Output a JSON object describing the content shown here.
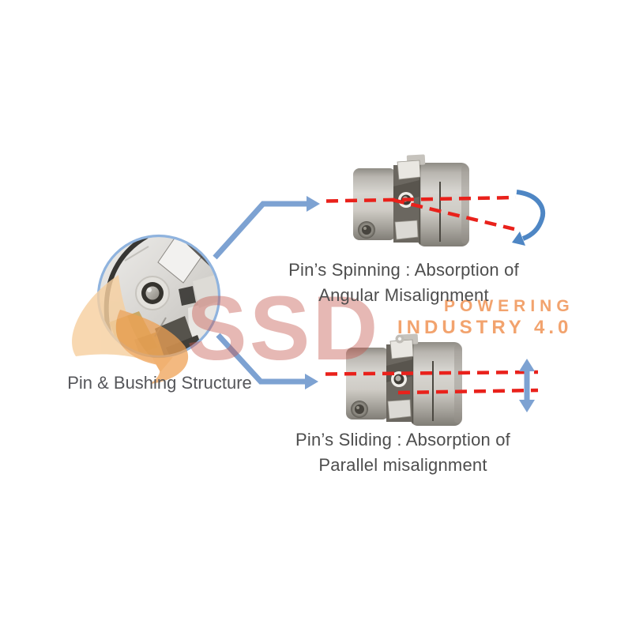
{
  "diagram": {
    "magnifier": {
      "label_line1": "Pin & Bushing",
      "label_line2": "Structure"
    },
    "top_section": {
      "caption_line1": "Pin’s Spinning : Absorption of",
      "caption_line2": "Angular Misalignment"
    },
    "bottom_section": {
      "caption_line1": "Pin’s Sliding : Absorption of",
      "caption_line2": "Parallel misalignment"
    }
  },
  "watermark": {
    "logo_text": "SSD",
    "tagline_line1": "POWERING",
    "tagline_line2": "INDUSTRY 4.0"
  },
  "icons": [
    "magnifier-circle",
    "flame-logo-icon",
    "connector-arrow-top-icon",
    "connector-arrow-bottom-icon",
    "rotation-curved-arrow-icon",
    "vertical-double-arrow-icon",
    "axis-dashed-line",
    "angular-dashed-line",
    "parallel-dashed-lines"
  ],
  "colors": {
    "connector_blue": "#7da2d2",
    "rotation_blue": "#4e86c4",
    "dashed_red": "#e9211b",
    "circle_border_blue": "#8fb3de",
    "caption_gray": "#4d4d4d",
    "watermark_pink": "rgba(196,86,76,0.42)",
    "watermark_orange": "rgba(240,150,90,0.88)",
    "metal_light": "#d6d4cf",
    "metal_dark": "#6b6760",
    "brass": "#c9a967"
  }
}
